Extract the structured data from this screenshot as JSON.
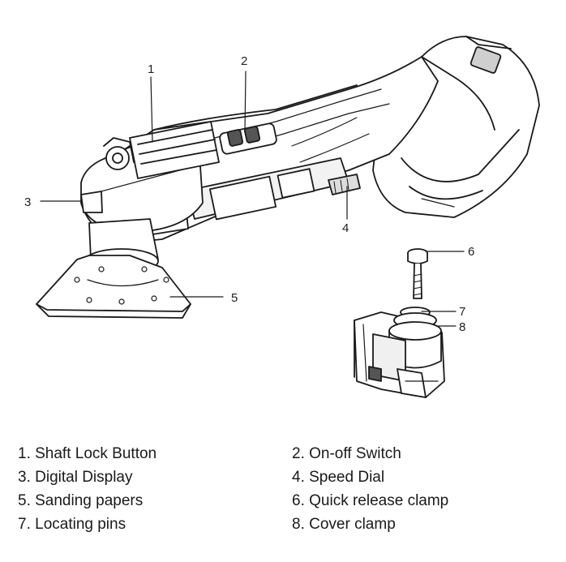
{
  "diagram": {
    "callouts": [
      {
        "num": "1"
      },
      {
        "num": "2"
      },
      {
        "num": "3"
      },
      {
        "num": "4"
      },
      {
        "num": "5"
      },
      {
        "num": "6"
      },
      {
        "num": "7"
      },
      {
        "num": "8"
      }
    ]
  },
  "legend": {
    "items": [
      "1. Shaft Lock Button",
      "2. On-off Switch",
      "3. Digital Display",
      "4. Speed Dial",
      "5. Sanding papers",
      "6. Quick release clamp",
      "7. Locating pins",
      "8. Cover clamp"
    ]
  },
  "colors": {
    "line": "#1a1a1a",
    "body": "#ffffff",
    "shade": "#e6e6e6",
    "dark": "#333333"
  }
}
